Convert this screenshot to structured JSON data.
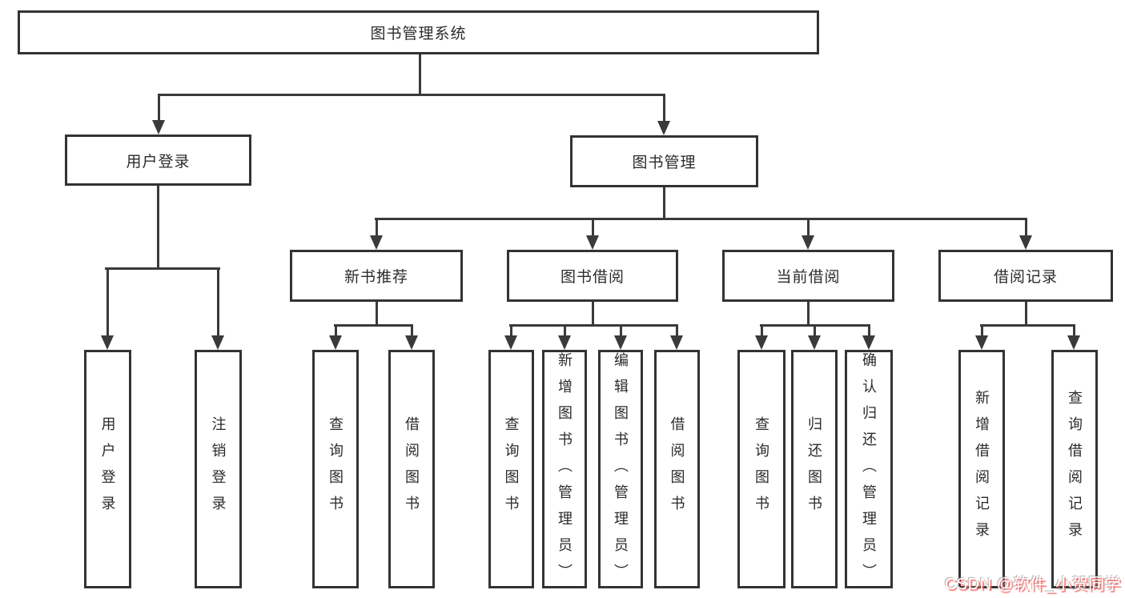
{
  "nodes": {
    "root": "图书管理系统",
    "user_login": "用户登录",
    "book_management": "图书管理",
    "new_book_recommend": "新书推荐",
    "book_borrow": "图书借阅",
    "current_borrow": "当前借阅",
    "borrow_record": "借阅记录",
    "leaf_user_login": "用户登录",
    "leaf_logout": "注销登录",
    "leaf_query_book": "查询图书",
    "leaf_borrow_book": "借阅图书",
    "leaf_add_book_admin": "新增图书（管理员）",
    "leaf_edit_book_admin": "编辑图书（管理员）",
    "leaf_return_book": "归还图书",
    "leaf_confirm_return_admin": "确认归还（管理员）",
    "leaf_add_borrow_record": "新增借阅记录",
    "leaf_query_borrow_record": "查询借阅记录"
  },
  "watermark": {
    "text": "CSDN @软件_小贺同学"
  },
  "colors": {
    "line": "#3a3a3a",
    "box_border": "#333333",
    "text": "#2b2b2b",
    "background": "#ffffff",
    "watermark_text": "#ffffff",
    "watermark_shadow": "#fa5a5a"
  }
}
